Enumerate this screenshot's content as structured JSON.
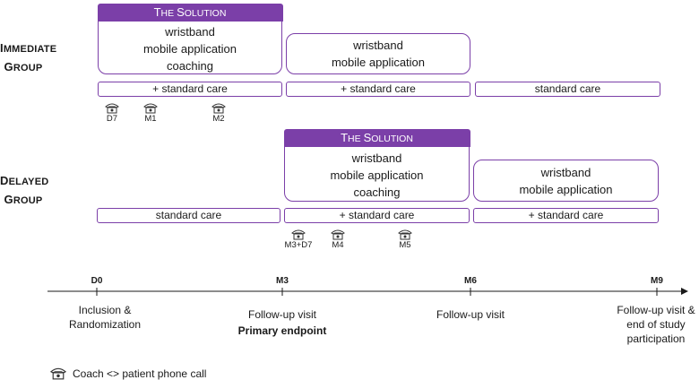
{
  "groups": {
    "immediate": {
      "label_line1_cap": "I",
      "label_line1_rest": "MMEDIATE",
      "label_line2_cap": "G",
      "label_line2_rest": "ROUP"
    },
    "delayed": {
      "label_line1_cap": "D",
      "label_line1_rest": "ELAYED",
      "label_line2_cap": "G",
      "label_line2_rest": "ROUP"
    }
  },
  "solution_header": {
    "cap1": "T",
    "rest1": "HE ",
    "cap2": "S",
    "rest2": "OLUTION"
  },
  "immediate_boxes": {
    "solution": [
      "wristband",
      "mobile application",
      "coaching"
    ],
    "followup": [
      "wristband",
      "mobile application"
    ],
    "care": [
      "+ standard care",
      "+ standard care",
      "standard care"
    ],
    "calls": [
      "D7",
      "M1",
      "M2"
    ]
  },
  "delayed_boxes": {
    "solution": [
      "wristband",
      "mobile application",
      "coaching"
    ],
    "followup": [
      "wristband",
      "mobile application"
    ],
    "care": [
      "standard care",
      "+ standard care",
      "+ standard care"
    ],
    "calls": [
      "M3+D7",
      "M4",
      "M5"
    ]
  },
  "timeline": {
    "ticks": [
      "D0",
      "M3",
      "M6",
      "M9"
    ],
    "milestones": [
      [
        "Inclusion &",
        "Randomization"
      ],
      [
        "Follow-up visit",
        "Primary endpoint"
      ],
      [
        "Follow-up visit"
      ],
      [
        "Follow-up visit &",
        "end of study",
        "participation"
      ]
    ]
  },
  "legend": {
    "text": "Coach <> patient phone call",
    "icon": "phone-icon"
  },
  "colors": {
    "accent": "#7b3fa8",
    "line": "#1a1a1a"
  }
}
